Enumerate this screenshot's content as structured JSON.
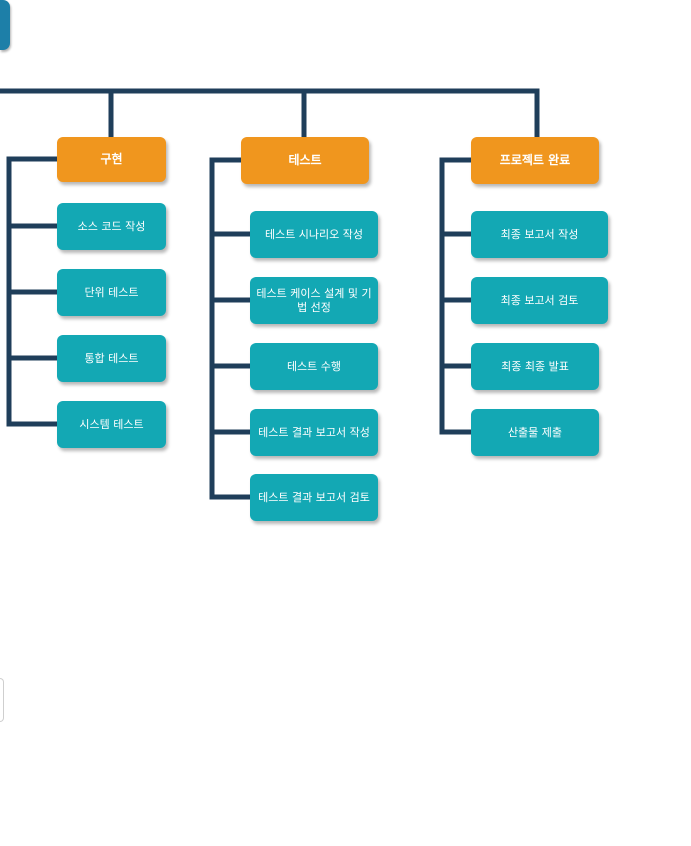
{
  "colors": {
    "connector": "#1F3E5A",
    "phase": "#F0961E",
    "task": "#13A8B4",
    "clipped_root": "#1D7FA8"
  },
  "phases": [
    {
      "label": "구현",
      "tasks": [
        "소스 코드 작성",
        "단위 테스트",
        "통합 테스트",
        "시스템 테스트"
      ]
    },
    {
      "label": "테스트",
      "tasks": [
        "테스트 시나리오 작성",
        "테스트 케이스 설계 및 기법 선정",
        "테스트 수행",
        "테스트 결과 보고서 작성",
        "테스트 결과 보고서 검토"
      ]
    },
    {
      "label": "프로젝트 완료",
      "tasks": [
        "최종 보고서 작성",
        "최종 보고서 검토",
        "최종 최종 발표",
        "산출물 제출"
      ]
    }
  ]
}
